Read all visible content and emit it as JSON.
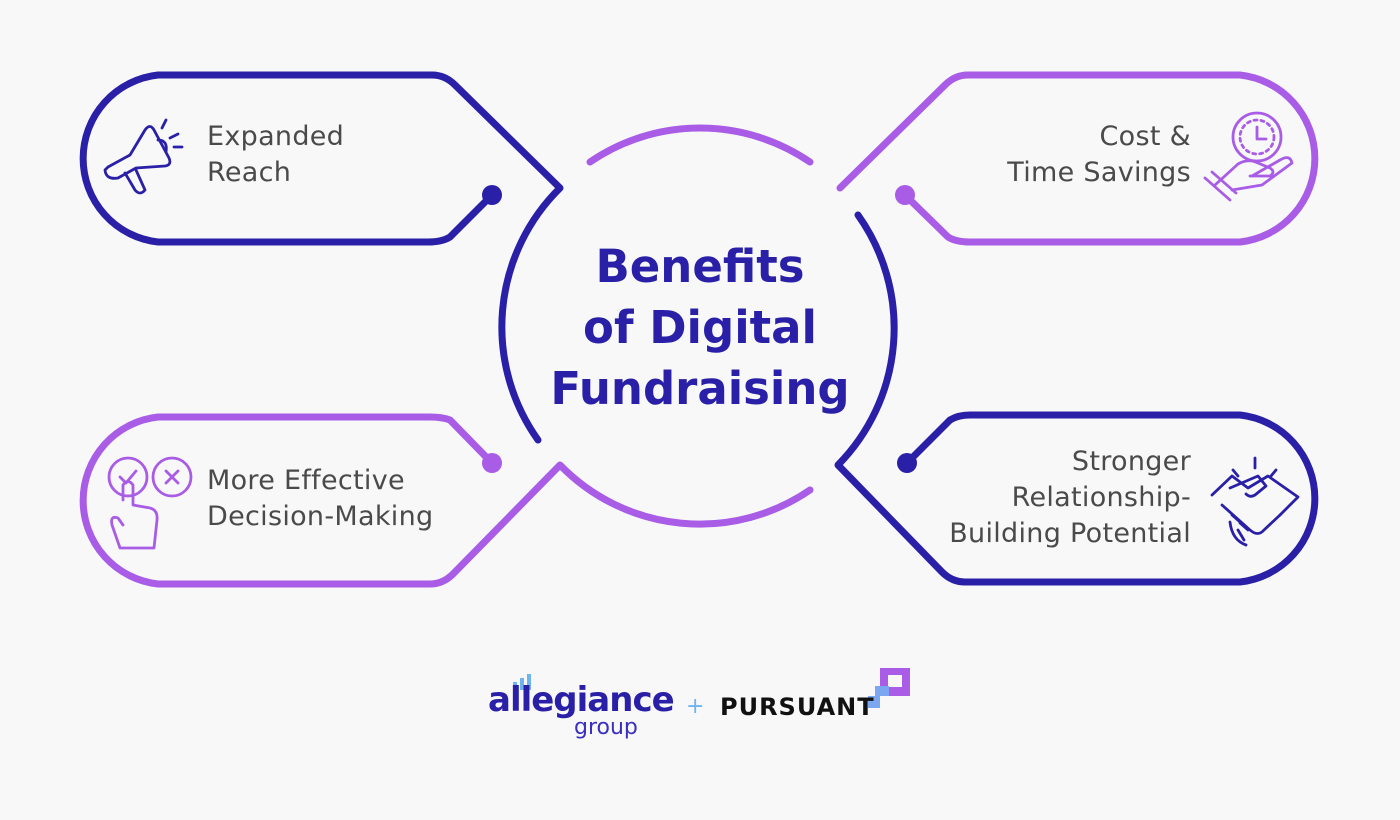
{
  "title": {
    "lines": [
      "Benefits",
      "of Digital",
      "Fundraising"
    ]
  },
  "benefits": [
    {
      "lines": [
        "Expanded",
        "Reach"
      ],
      "icon": "megaphone-icon",
      "color": "#2a20a8"
    },
    {
      "lines": [
        "Cost &",
        "Time Savings"
      ],
      "icon": "clock-in-hand-icon",
      "color": "#a95ce6"
    },
    {
      "lines": [
        "More Effective",
        "Decision-Making"
      ],
      "icon": "check-x-choice-icon",
      "color": "#a95ce6"
    },
    {
      "lines": [
        "Stronger",
        "Relationship-",
        "Building Potential"
      ],
      "icon": "handshake-icon",
      "color": "#2a20a8"
    }
  ],
  "logos": {
    "allegiance": "allegiance",
    "allegiance_sub": "group",
    "plus": "+",
    "pursuant": "PURSUANT"
  },
  "colors": {
    "dark_blue": "#2a20a8",
    "purple": "#a95ce6",
    "background": "#f8f8f8",
    "text": "#4a4a4a"
  }
}
